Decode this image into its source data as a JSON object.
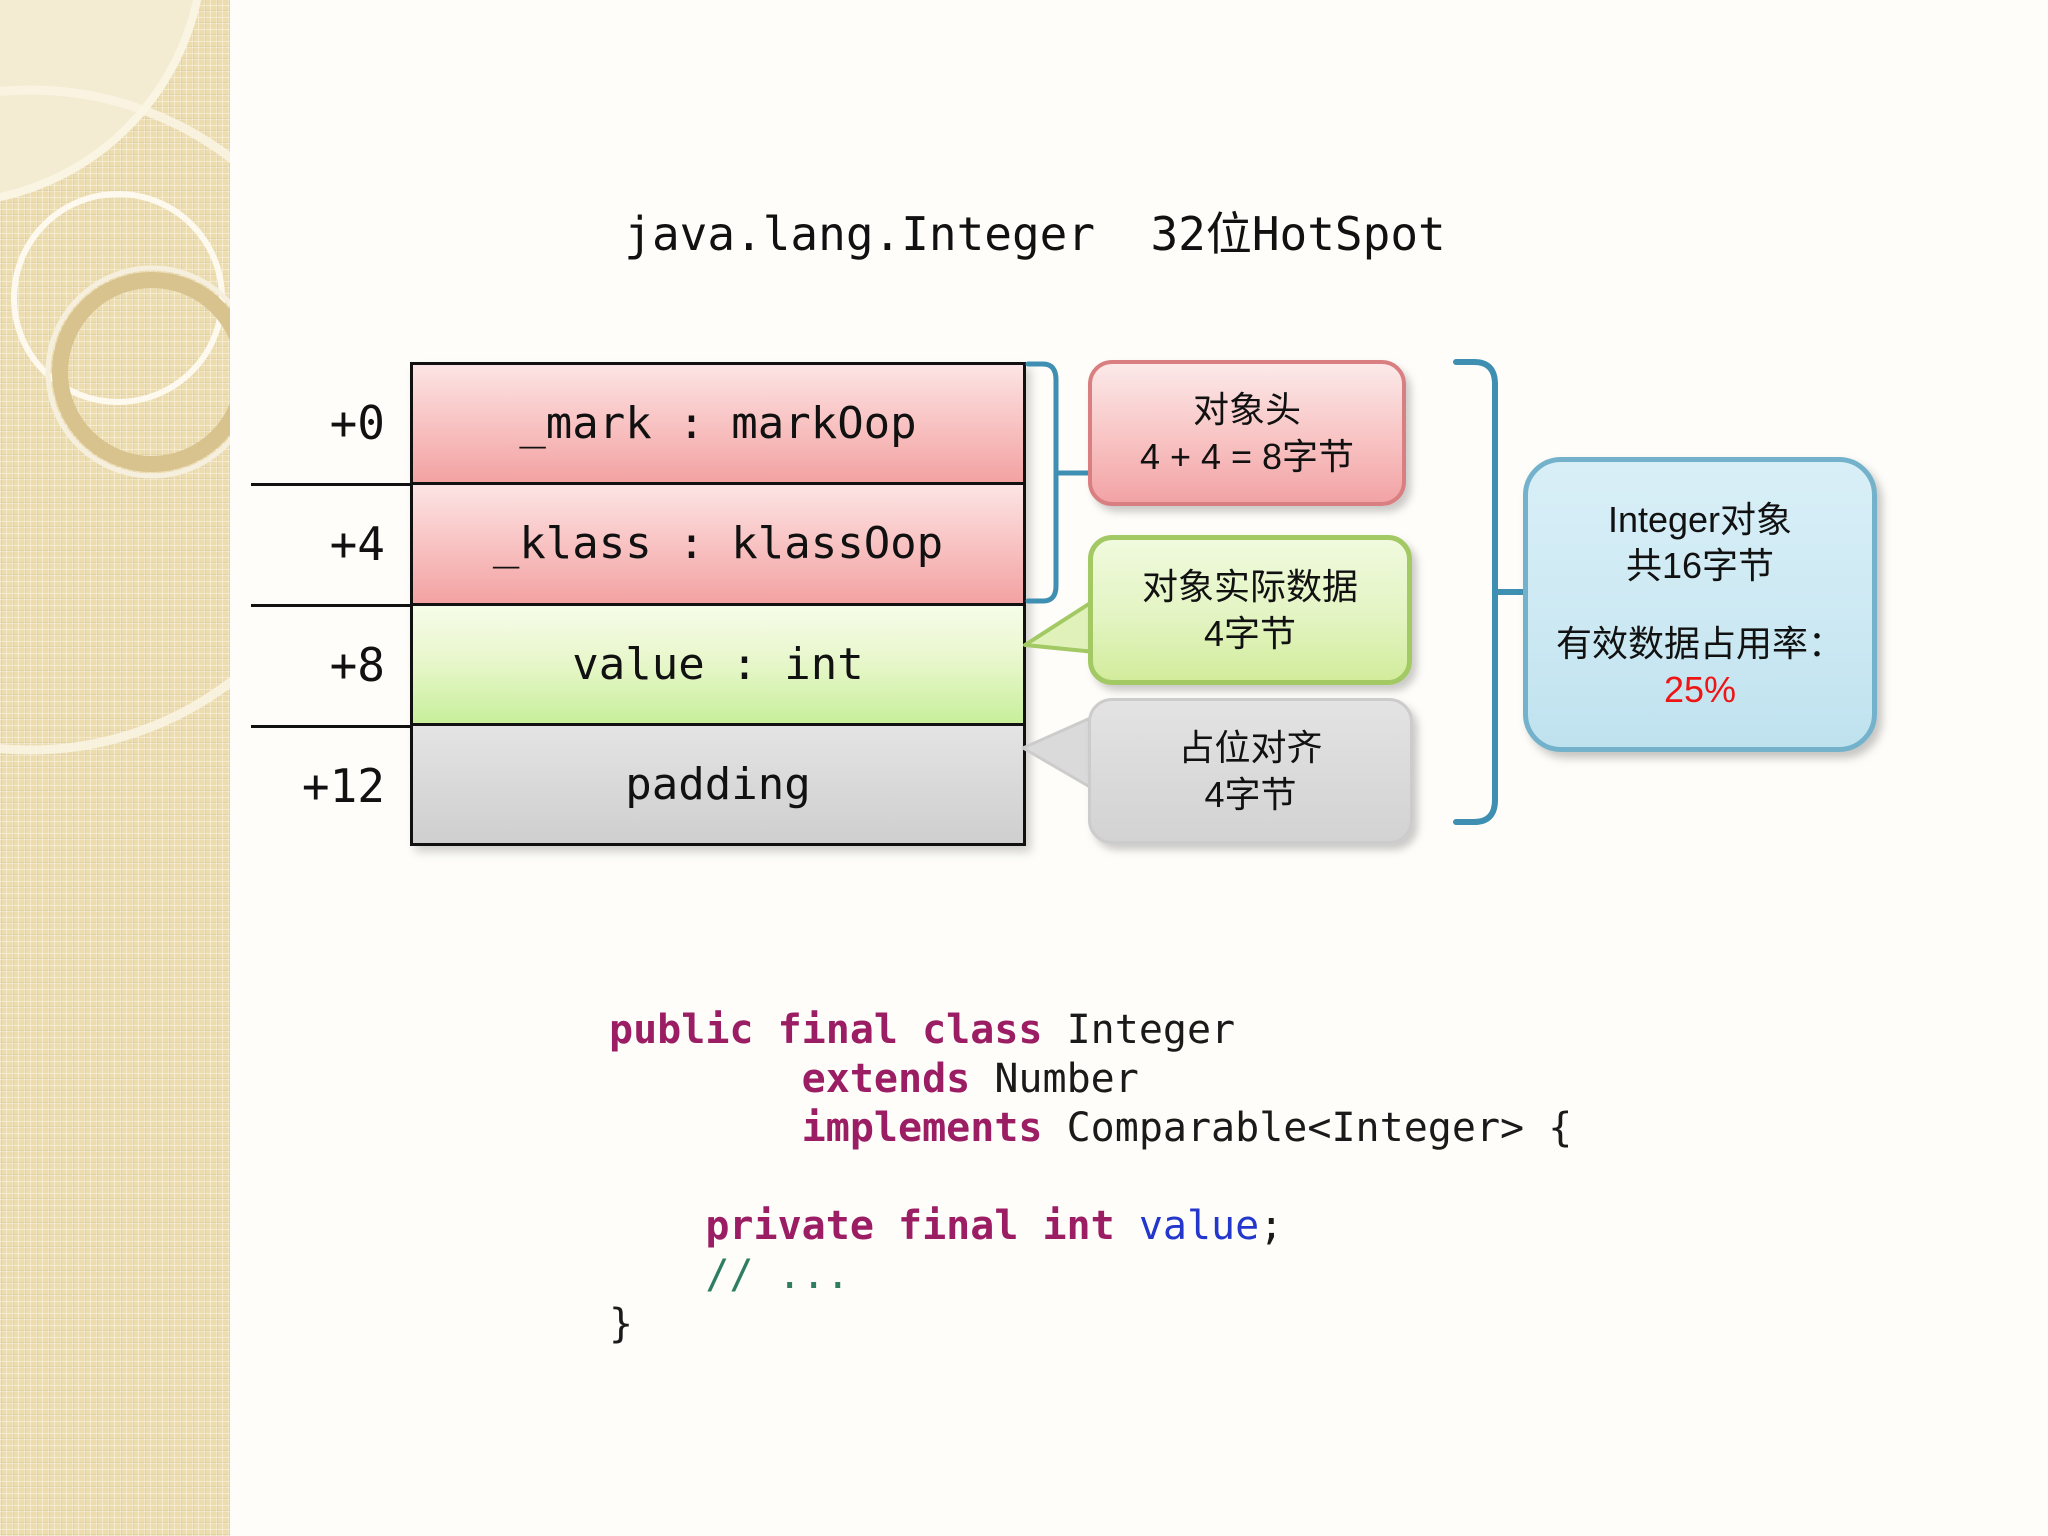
{
  "title": "java.lang.Integer  32位HotSpot",
  "memory_table": {
    "rows": [
      {
        "offset": "+0",
        "field": "_mark : markOop"
      },
      {
        "offset": "+4",
        "field": "_klass : klassOop"
      },
      {
        "offset": "+8",
        "field": "value : int"
      },
      {
        "offset": "+12",
        "field": "padding"
      }
    ]
  },
  "callouts": {
    "object_header": {
      "line1": "对象头",
      "line2": "4 + 4 = 8字节"
    },
    "object_data": {
      "line1": "对象实际数据",
      "line2": "4字节"
    },
    "padding_align": {
      "line1": "占位对齐",
      "line2": "4字节"
    }
  },
  "summary": {
    "line1": "Integer对象",
    "line2": "共16字节",
    "line3": "有效数据占用率：",
    "line4": "25%"
  },
  "code": {
    "line1": {
      "kw": "public final class",
      "plain": " Integer"
    },
    "line2": {
      "kw": "        extends",
      "plain": " Number"
    },
    "line3": {
      "kw": "        implements",
      "plain": " Comparable<Integer> {"
    },
    "line5": {
      "kw": "    private final int ",
      "var": "value",
      "semi": ";"
    },
    "line6": {
      "comment": "    // ..."
    },
    "line7": {
      "plain": "}"
    }
  },
  "colors": {
    "brace_blue": "#3f8fb2",
    "header_pink": "#f3a2a2",
    "data_green": "#c8ef9b",
    "padding_gray": "#d8d8d8",
    "summary_blue_border": "#74b2cc",
    "keyword": "#9b1d63",
    "variable": "#2337cc",
    "comment": "#2f7d63",
    "percent_red": "#ee1515"
  }
}
